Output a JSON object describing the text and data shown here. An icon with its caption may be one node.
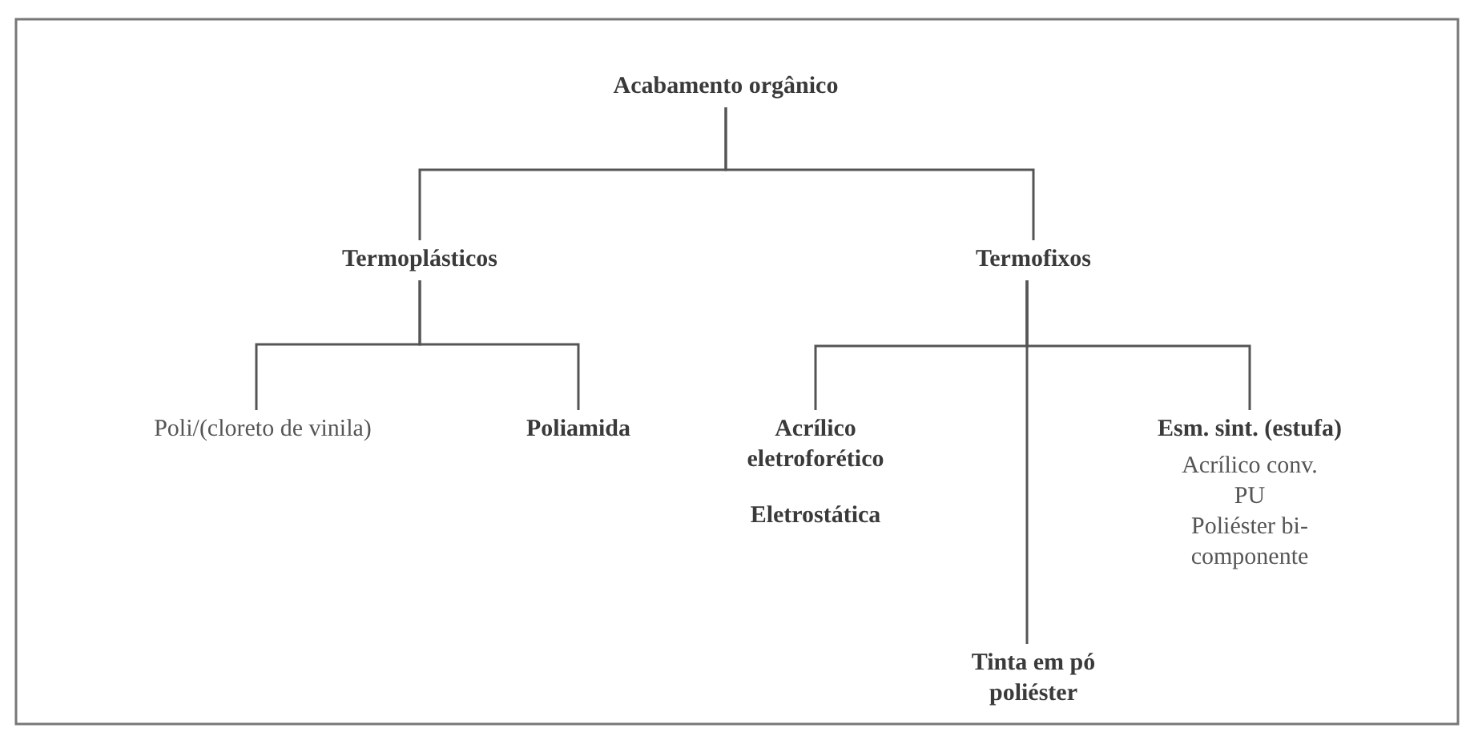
{
  "diagram": {
    "nodes": [
      {
        "text": [
          "Acabamento orgânico"
        ]
      },
      {
        "text": [
          "Termoplásticos"
        ]
      },
      {
        "text": [
          "Termofixos"
        ]
      },
      {
        "text": [
          "Poli/(cloreto de vinila)"
        ]
      },
      {
        "text": [
          "Poliamida"
        ]
      },
      {
        "text": [
          "Acrílico eletroforético",
          "Eletrostática"
        ]
      },
      {
        "text": [
          "Tinta em pó poliéster"
        ]
      },
      {
        "text": [
          "Esm. sint. (estufa)",
          "Acrílico conv.",
          "PU",
          "Poliéster bi-componente"
        ]
      }
    ],
    "edges": [
      {
        "from": 0,
        "to": 1,
        "arrow": "none"
      },
      {
        "from": 0,
        "to": 2,
        "arrow": "none"
      },
      {
        "from": 1,
        "to": 3,
        "arrow": "none"
      },
      {
        "from": 1,
        "to": 4,
        "arrow": "none"
      },
      {
        "from": 2,
        "to": 5,
        "arrow": "none"
      },
      {
        "from": 2,
        "to": 6,
        "arrow": "none"
      },
      {
        "from": 2,
        "to": 7,
        "arrow": "none"
      }
    ]
  }
}
